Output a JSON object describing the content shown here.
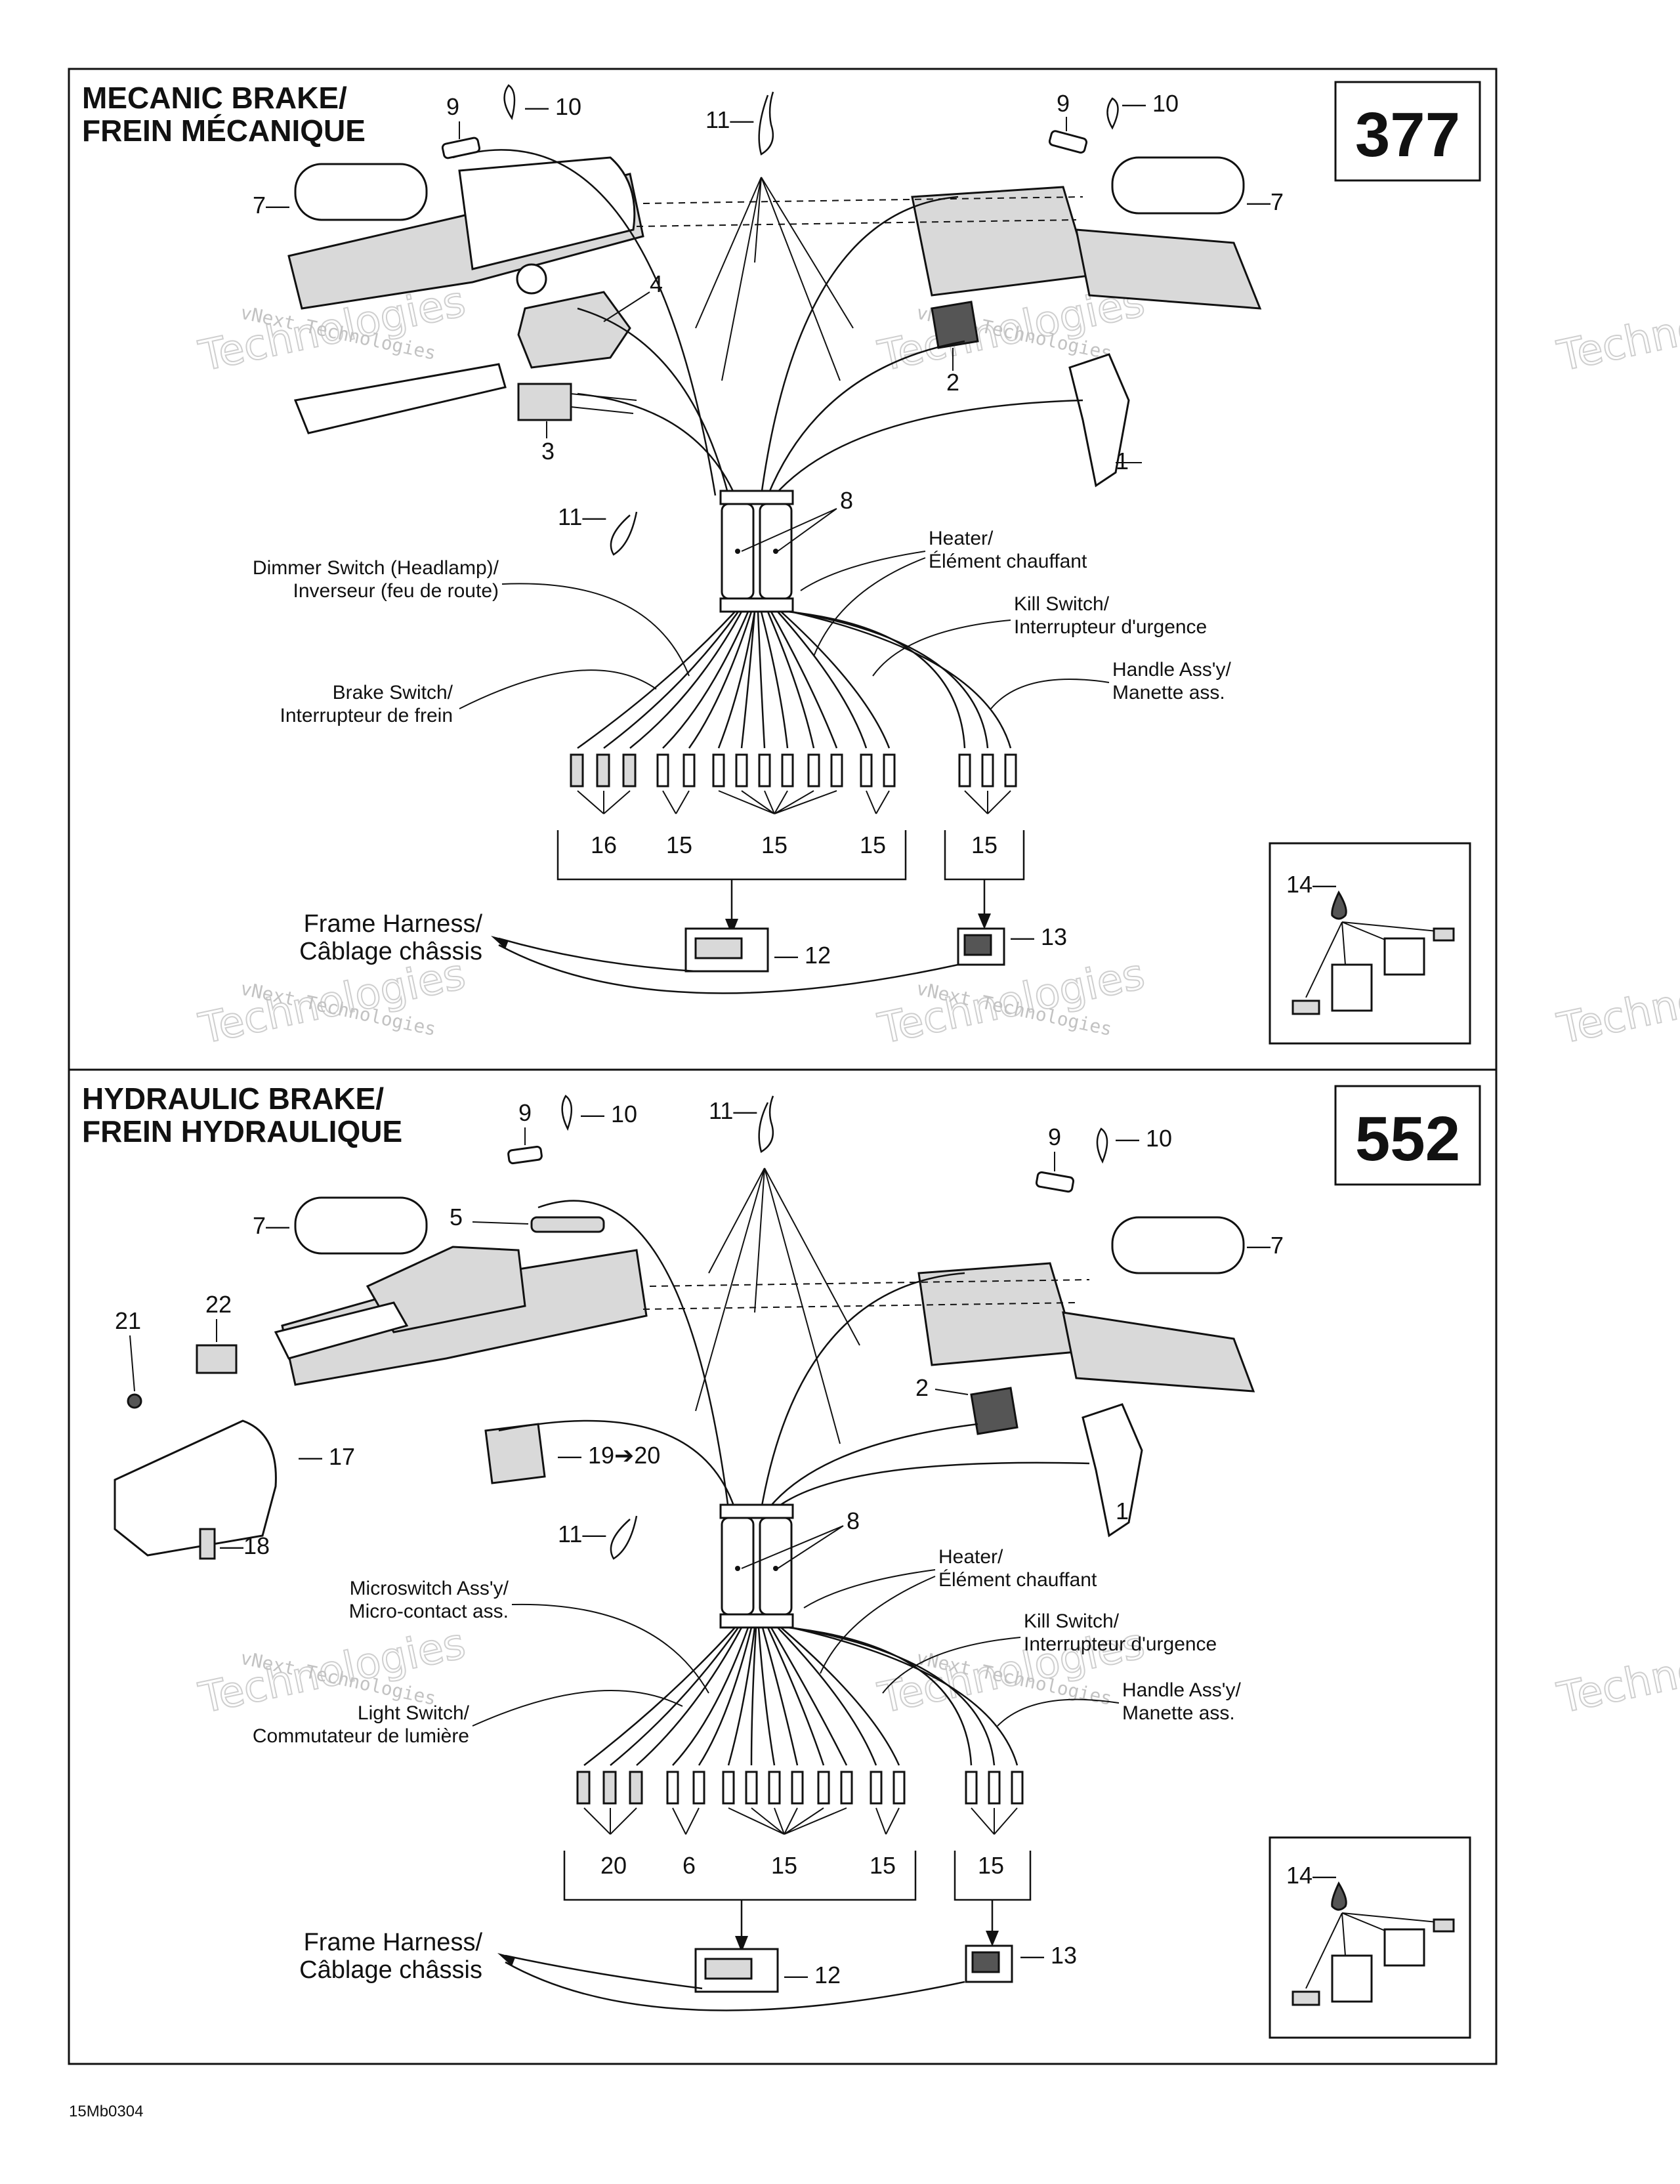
{
  "sections": [
    {
      "title_line1": "MECANIC BRAKE/",
      "title_line2": "FREIN MÉCANIQUE",
      "code": "377",
      "parts": {
        "n1": "1",
        "n2": "2",
        "n3": "3",
        "n4": "4",
        "n7a": "7—",
        "n7b": "—7",
        "n8": "8",
        "n9a": "9",
        "n10a": "— 10",
        "n9b": "9",
        "n10b": "— 10",
        "n11a": "11—",
        "n11b": "11—",
        "n12": "— 12",
        "n13": "— 13",
        "n14": "14—",
        "n16": "16",
        "n15a": "15",
        "n15b": "15",
        "n15c": "15",
        "n15d": "15"
      },
      "labels": {
        "dimmer_1": "Dimmer Switch (Headlamp)/",
        "dimmer_2": "Inverseur (feu de route)",
        "brake_1": "Brake Switch/",
        "brake_2": "Interrupteur de frein",
        "heater_1": "Heater/",
        "heater_2": "Élément chauffant",
        "kill_1": "Kill Switch/",
        "kill_2": "Interrupteur d'urgence",
        "handle_1": "Handle Ass'y/",
        "handle_2": "Manette ass.",
        "frame_1": "Frame Harness/",
        "frame_2": "Câblage châssis"
      }
    },
    {
      "title_line1": "HYDRAULIC BRAKE/",
      "title_line2": "FREIN HYDRAULIQUE",
      "code": "552",
      "parts": {
        "n1": "1",
        "n2": "2",
        "n5": "5",
        "n7a": "7—",
        "n7b": "—7",
        "n8": "8",
        "n9a": "9",
        "n10a": "— 10",
        "n9b": "9",
        "n10b": "— 10",
        "n11a": "11—",
        "n11b": "11—",
        "n12": "— 12",
        "n13": "— 13",
        "n14": "14—",
        "n17": "— 17",
        "n18": "—18",
        "n19": "— 19➔20",
        "n21": "21",
        "n22": "22",
        "n20": "20",
        "n6": "6",
        "n15a": "15",
        "n15b": "15",
        "n15c": "15"
      },
      "labels": {
        "micro_1": "Microswitch Ass'y/",
        "micro_2": "Micro-contact ass.",
        "light_1": "Light Switch/",
        "light_2": "Commutateur de lumière",
        "heater_1": "Heater/",
        "heater_2": "Élément chauffant",
        "kill_1": "Kill Switch/",
        "kill_2": "Interrupteur d'urgence",
        "handle_1": "Handle Ass'y/",
        "handle_2": "Manette ass.",
        "frame_1": "Frame Harness/",
        "frame_2": "Câblage châssis"
      }
    }
  ],
  "watermark_small": "vNext Technologies",
  "watermark_big": "Technologies",
  "footer_code": "15Mb0304"
}
